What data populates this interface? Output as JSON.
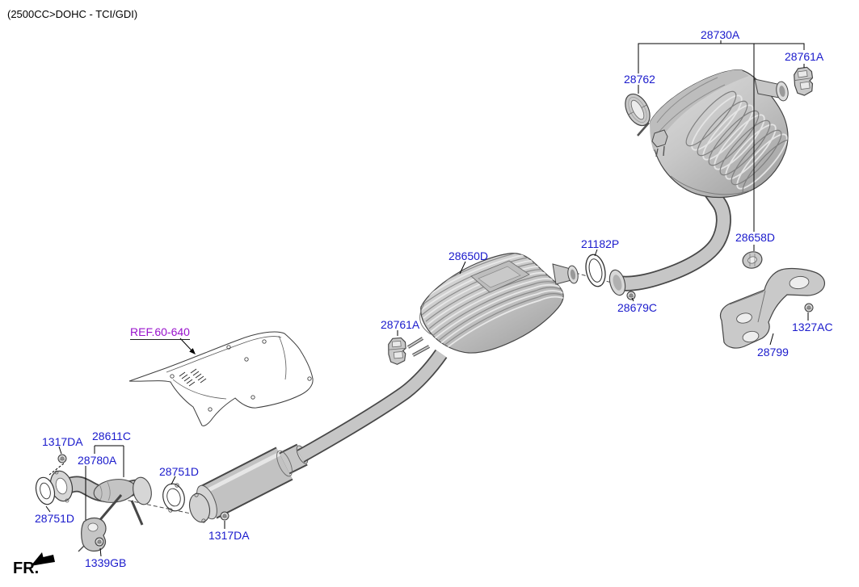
{
  "header": {
    "engine_variant": "(2500CC>DOHC - TCI/GDI)"
  },
  "diagram": {
    "orientation_label": "FR.",
    "reference": {
      "label": "REF.60-640"
    },
    "callouts": [
      {
        "id": "28730A",
        "text": "28730A"
      },
      {
        "id": "28761A-tail",
        "text": "28761A"
      },
      {
        "id": "28762",
        "text": "28762"
      },
      {
        "id": "28658D",
        "text": "28658D"
      },
      {
        "id": "21182P",
        "text": "21182P"
      },
      {
        "id": "28650D",
        "text": "28650D"
      },
      {
        "id": "28679C",
        "text": "28679C"
      },
      {
        "id": "28761A-center",
        "text": "28761A"
      },
      {
        "id": "1327AC",
        "text": "1327AC"
      },
      {
        "id": "28799",
        "text": "28799"
      },
      {
        "id": "1317DA-front",
        "text": "1317DA"
      },
      {
        "id": "28611C",
        "text": "28611C"
      },
      {
        "id": "28780A",
        "text": "28780A"
      },
      {
        "id": "28751D-cat",
        "text": "28751D"
      },
      {
        "id": "28751D-front",
        "text": "28751D"
      },
      {
        "id": "1317DA-cat",
        "text": "1317DA"
      },
      {
        "id": "1339GB",
        "text": "1339GB"
      }
    ]
  },
  "colors": {
    "callout_blue": "#1a1acc",
    "reference_purple": "#9913cc",
    "line_black": "#000000",
    "part_gray": "#c9c9c9",
    "background": "#ffffff"
  }
}
